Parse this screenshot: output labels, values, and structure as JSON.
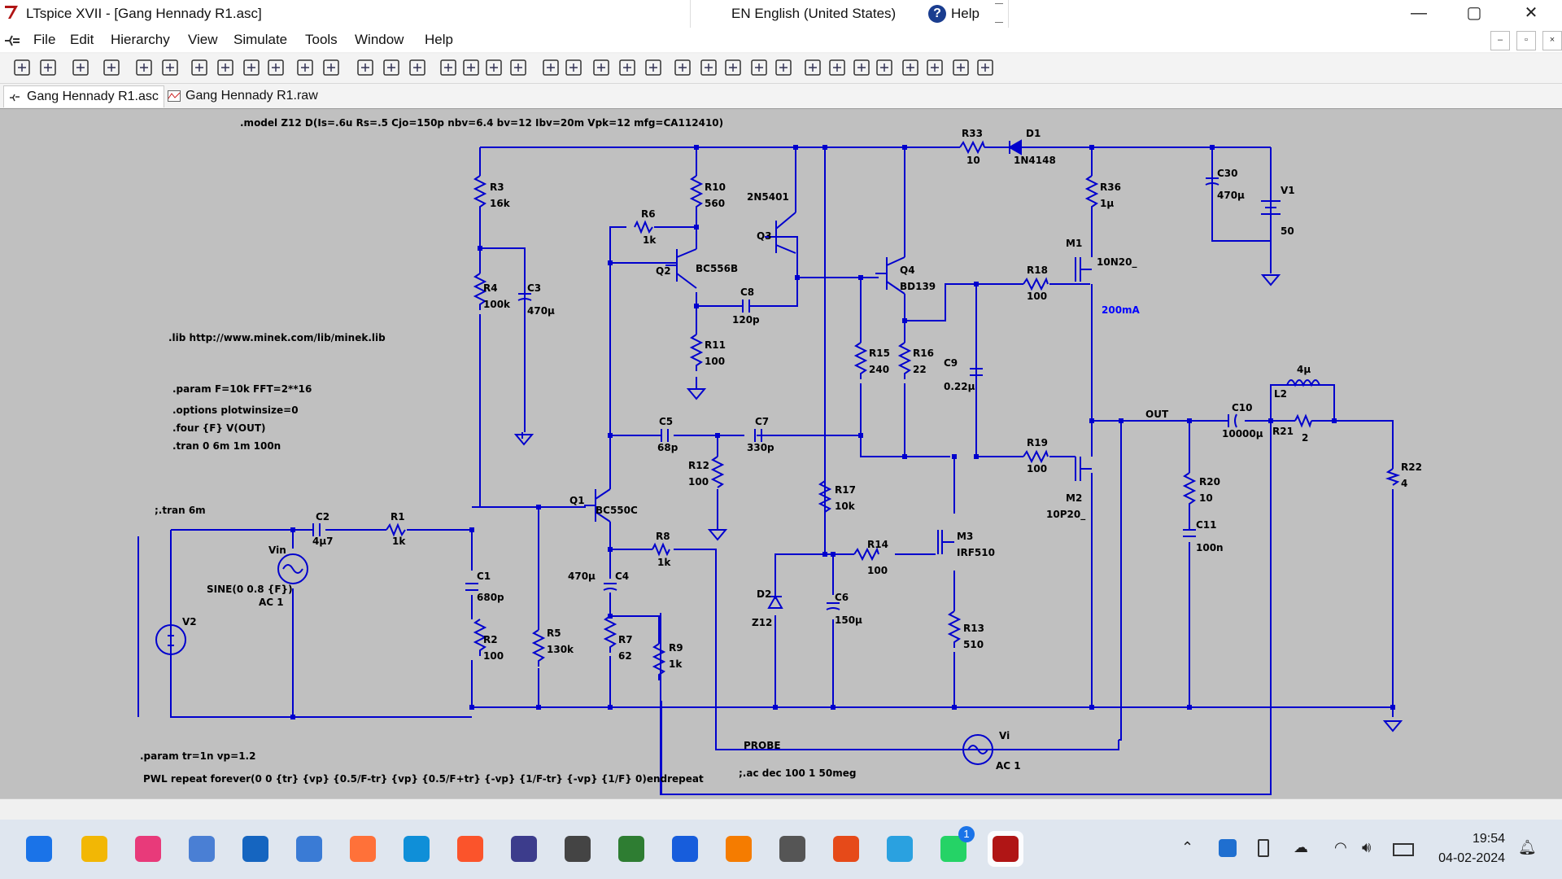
{
  "window": {
    "title": "LTspice XVII - [Gang Hennady R1.asc]",
    "language": "EN English (United States)",
    "help": "Help",
    "controls": {
      "minimize": "—",
      "maximize": "▢",
      "close": "✕"
    },
    "mdi_controls": {
      "minimize": "–",
      "restore": "▫",
      "close": "×"
    }
  },
  "menu": [
    "File",
    "Edit",
    "Hierarchy",
    "View",
    "Simulate",
    "Tools",
    "Window",
    "Help"
  ],
  "toolbar": [
    "run-icon",
    "open-icon",
    "save-icon",
    "control-panel-icon",
    "halt-icon",
    "pan-icon",
    "zoom-in-icon",
    "zoom-extents-icon",
    "zoom-out-icon",
    "zoom-cancel-icon",
    "autorange-icon",
    "grid-icon",
    "tile-horizontal-icon",
    "tile-vertical-icon",
    "cascade-icon",
    "cut-icon",
    "copy-icon",
    "paste-icon",
    "find-icon",
    "print-icon",
    "print-setup-icon",
    "wire-icon",
    "ground-icon",
    "label-icon",
    "resistor-icon",
    "capacitor-icon",
    "inductor-icon",
    "diode-icon",
    "component-icon",
    "move-icon",
    "drag-icon",
    "undo-icon",
    "redo-icon",
    "rotate-icon",
    "mirror-icon",
    "text-icon",
    "spice-directive-icon"
  ],
  "tabs": [
    {
      "label": "Gang Hennady R1.asc",
      "icon": "schematic-icon"
    },
    {
      "label": "Gang Hennady R1.raw",
      "icon": "waveform-icon"
    }
  ],
  "schematic": {
    "directives": {
      "model": ".model Z12 D(Is=.6u Rs=.5 Cjo=150p nbv=6.4 bv=12 Ibv=20m Vpk=12 mfg=CA112410)",
      "lib": ".lib http://www.minek.com/lib/minek.lib",
      "param": ".param F=10k FFT=2**16",
      "options": ".options plotwinsize=0",
      "four": ".four {F} V(OUT)",
      "tran": ".tran 0 6m 1m 100n",
      "tran_comment": ";.tran 6m",
      "param2": ".param tr=1n vp=1.2",
      "pwl": "PWL repeat forever(0 0 {tr} {vp} {0.5/F-tr} {vp} {0.5/F+tr} {-vp} {1/F-tr} {-vp} {1/F} 0)endrepeat",
      "ac_comment": ";.ac dec 100 1 50meg"
    },
    "components": {
      "R33": {
        "name": "R33",
        "value": "10"
      },
      "D1": {
        "name": "D1",
        "value": "1N4148"
      },
      "R36": {
        "name": "R36",
        "value": "1µ"
      },
      "C30": {
        "name": "C30",
        "value": "470µ"
      },
      "V1": {
        "name": "V1",
        "value": "50"
      },
      "R3": {
        "name": "R3",
        "value": "16k"
      },
      "R10": {
        "name": "R10",
        "value": "560"
      },
      "Q3": {
        "name": "Q3",
        "value": "2N5401"
      },
      "R6": {
        "name": "R6",
        "value": "1k"
      },
      "Q2": {
        "name": "Q2",
        "value": "BC556B"
      },
      "C8": {
        "name": "C8",
        "value": "120p"
      },
      "R11": {
        "name": "R11",
        "value": "100"
      },
      "Q4": {
        "name": "Q4",
        "value": "BD139"
      },
      "R18": {
        "name": "R18",
        "value": "100"
      },
      "M1": {
        "name": "M1",
        "value": "10N20_"
      },
      "R4": {
        "name": "R4",
        "value": "100k"
      },
      "C3": {
        "name": "C3",
        "value": "470µ"
      },
      "R15": {
        "name": "R15",
        "value": "240"
      },
      "R16": {
        "name": "R16",
        "value": "22"
      },
      "C9": {
        "name": "C9",
        "value": "0.22µ"
      },
      "L2": {
        "name": "L2",
        "value": "4µ"
      },
      "C10": {
        "name": "C10",
        "value": "10000µ"
      },
      "R21": {
        "name": "R21",
        "value": "2"
      },
      "R22": {
        "name": "R22",
        "value": "4"
      },
      "C5": {
        "name": "C5",
        "value": "68p"
      },
      "C7": {
        "name": "C7",
        "value": "330p"
      },
      "R12": {
        "name": "R12",
        "value": "100"
      },
      "R19": {
        "name": "R19",
        "value": "100"
      },
      "M2": {
        "name": "M2",
        "value": "10P20_"
      },
      "R20": {
        "name": "R20",
        "value": "10"
      },
      "C11": {
        "name": "C11",
        "value": "100n"
      },
      "Q1": {
        "name": "Q1",
        "value": "BC550C"
      },
      "R17": {
        "name": "R17",
        "value": "10k"
      },
      "C2": {
        "name": "C2",
        "value": "4µ7"
      },
      "R1": {
        "name": "R1",
        "value": "1k"
      },
      "Vin": {
        "name": "Vin",
        "value": "SINE(0 0.8 {F})",
        "extra": "AC 1"
      },
      "R8": {
        "name": "R8",
        "value": "1k"
      },
      "M3": {
        "name": "M3",
        "value": "IRF510"
      },
      "R14": {
        "name": "R14",
        "value": "100"
      },
      "C1": {
        "name": "C1",
        "value": "680p"
      },
      "C4": {
        "name": "C4",
        "value": "470µ"
      },
      "D2": {
        "name": "D2",
        "value": "Z12"
      },
      "C6": {
        "name": "C6",
        "value": "150µ"
      },
      "V2": {
        "name": "V2",
        "value": ""
      },
      "R2": {
        "name": "R2",
        "value": "100"
      },
      "R5": {
        "name": "R5",
        "value": "130k"
      },
      "R7": {
        "name": "R7",
        "value": "62"
      },
      "R9": {
        "name": "R9",
        "value": "1k"
      },
      "R13": {
        "name": "R13",
        "value": "510"
      },
      "Vi": {
        "name": "Vi",
        "value": "AC 1"
      }
    },
    "nets": {
      "out": "OUT",
      "probe": "PROBE"
    },
    "annotation": "200mA",
    "colors": {
      "wire": "#0000cd",
      "background": "#c0c0c0",
      "annotation": "#0000ff"
    }
  },
  "taskbar": {
    "apps": [
      "windows-start-icon",
      "file-explorer-icon",
      "itunes-icon",
      "notepad-icon",
      "mail-icon",
      "photos-icon",
      "firefox-icon",
      "edge-icon",
      "brave-icon",
      "obs-icon",
      "alien-icon",
      "chrome-icon",
      "bitwarden-icon",
      "avast-icon",
      "steam-icon",
      "winamp-icon",
      "telegram-icon",
      "whatsapp-icon",
      "ltspice-icon"
    ],
    "whatsapp_badge": "1",
    "time": "19:54",
    "date": "04-02-2024"
  }
}
